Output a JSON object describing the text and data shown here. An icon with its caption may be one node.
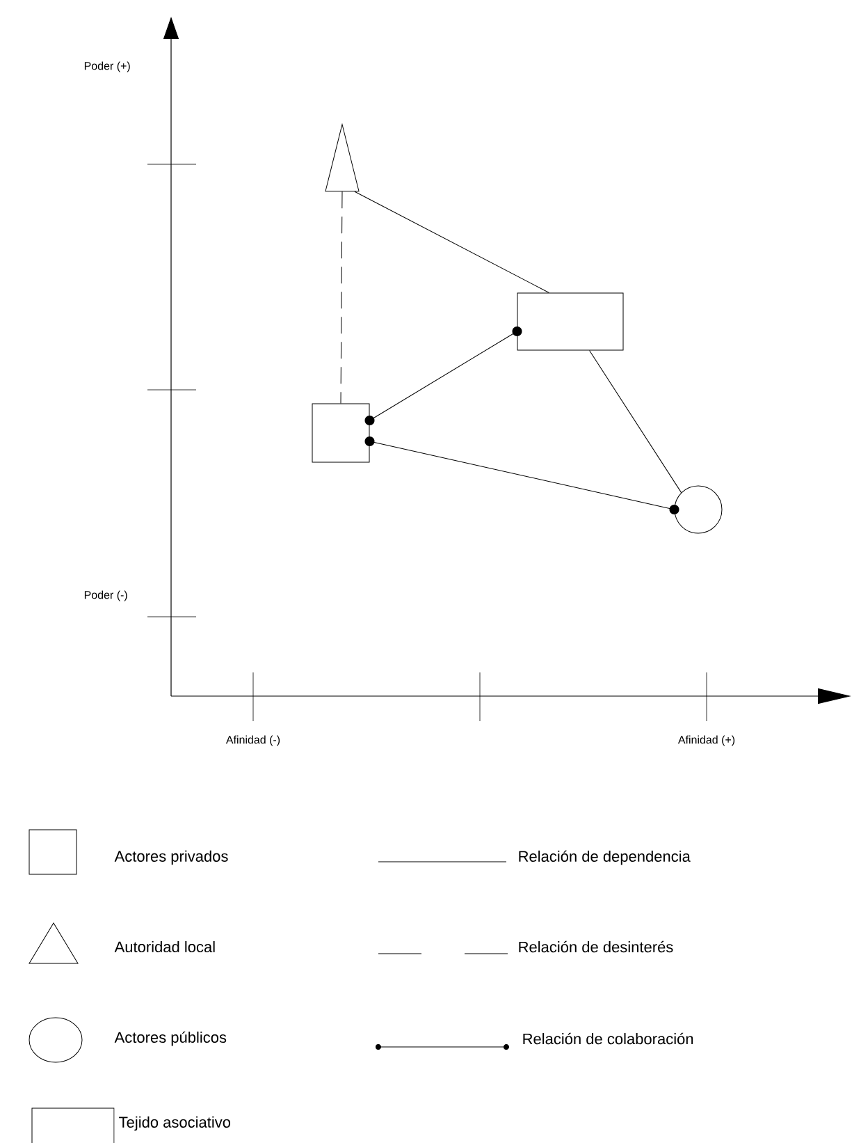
{
  "diagram": {
    "nodes": [
      {
        "text": [],
        "shape": "triangle"
      },
      {
        "text": [],
        "shape": "box"
      },
      {
        "text": [],
        "shape": "box"
      },
      {
        "text": [],
        "shape": "circle"
      }
    ],
    "edges": [
      {
        "from": 0,
        "to": 1,
        "arrow": "none"
      },
      {
        "from": 0,
        "to": 2,
        "arrow": "none",
        "style": "dashed"
      },
      {
        "from": 2,
        "to": 1,
        "arrow": "other"
      },
      {
        "from": 2,
        "to": 3,
        "arrow": "other"
      },
      {
        "from": 1,
        "to": 3,
        "arrow": "none"
      }
    ],
    "labels": [
      "Poder (+)",
      "Poder (-)",
      "Afinidad (-)",
      "Afinidad (+)"
    ],
    "legend": [
      {
        "text": "Actores privados"
      },
      {
        "text": "Relación de dependencia"
      },
      {
        "text": "Autoridad local"
      },
      {
        "text": "Relación de desinterés"
      },
      {
        "text": "Actores públicos"
      },
      {
        "text": "Relación de colaboración"
      },
      {
        "text": "Tejido asociativo"
      }
    ]
  }
}
